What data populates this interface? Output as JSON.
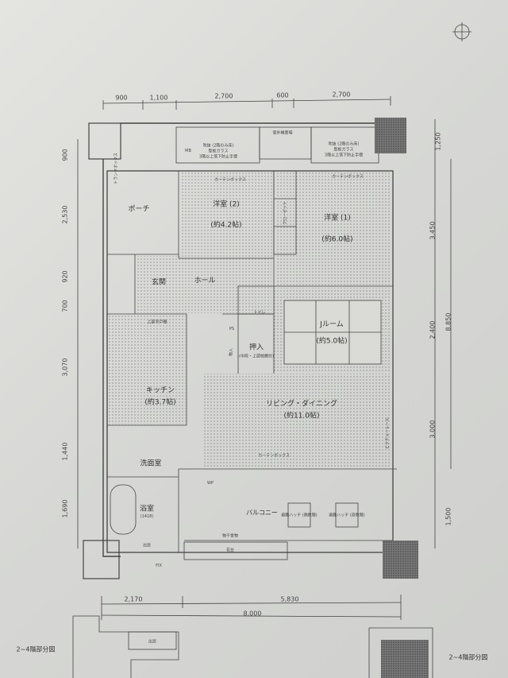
{
  "top_dimensions": [
    "900",
    "1,100",
    "2,700",
    "600",
    "2,700"
  ],
  "left_dimensions": [
    "900",
    "2,530",
    "920",
    "700",
    "3,070",
    "1,440",
    "1,690"
  ],
  "right_dimensions": [
    "1,250",
    "3,450",
    "2,400",
    "3,000",
    "1,500"
  ],
  "right_total": "8,850",
  "bottom_dimensions": [
    "2,170",
    "5,830"
  ],
  "bottom_total": "8,000",
  "rooms": {
    "western2": {
      "name": "洋室 (2)",
      "size": "(約4.2帖)"
    },
    "western1": {
      "name": "洋室 (1)",
      "size": "(約6.0帖)"
    },
    "jroom": {
      "name": "Jルーム",
      "size": "(約5.0帖)"
    },
    "living": {
      "name": "リビング・ダイニング",
      "size": "(約11.0帖)"
    },
    "kitchen": {
      "name": "キッチン",
      "size": "(約3.7帖)"
    },
    "washroom": {
      "name": "洗面室"
    },
    "bath": {
      "name": "浴室",
      "size": "(1418)"
    },
    "porch": {
      "name": "ポーチ"
    },
    "entrance": {
      "name": "玄関"
    },
    "hall": {
      "name": "ホール"
    },
    "toilet": {
      "name": "トイレ"
    },
    "closet": {
      "name": "押入",
      "note": "(中段・上部枕棚付)"
    },
    "balcony": {
      "name": "バルコニー"
    }
  },
  "labels": {
    "void_left": "吹抜 (2階のみ床)",
    "glass_left": "型板ガラス",
    "rail_left": "3階以上落下防止手摺",
    "void_right": "吹抜 (2階のみ床)",
    "glass_right": "型板ガラス",
    "rail_right": "3階以上落下防止手摺",
    "ac_unit": "室外機置場",
    "mb": "MB",
    "trunk": "トランクボックス",
    "curtain_box_1": "カーテンボックス",
    "curtain_box_2": "カーテンボックス",
    "curtain_box_3": "カーテンボックス",
    "closet": "クローゼット",
    "upper_cabinet": "上部吊戸棚",
    "ps": "PS",
    "storage": "物入",
    "picture_rail": "ピクチャーレール",
    "hatch_even": "避難ハッチ (偶数階)",
    "hatch_odd": "避難ハッチ (奇数階)",
    "laundry": "物干金物",
    "planter": "花台",
    "window": "出窓",
    "fix": "FIX",
    "wp": "WP",
    "partial_left": "2~4階部分図",
    "partial_right": "2~4階部分図",
    "bay_window_partial": "出窓"
  }
}
